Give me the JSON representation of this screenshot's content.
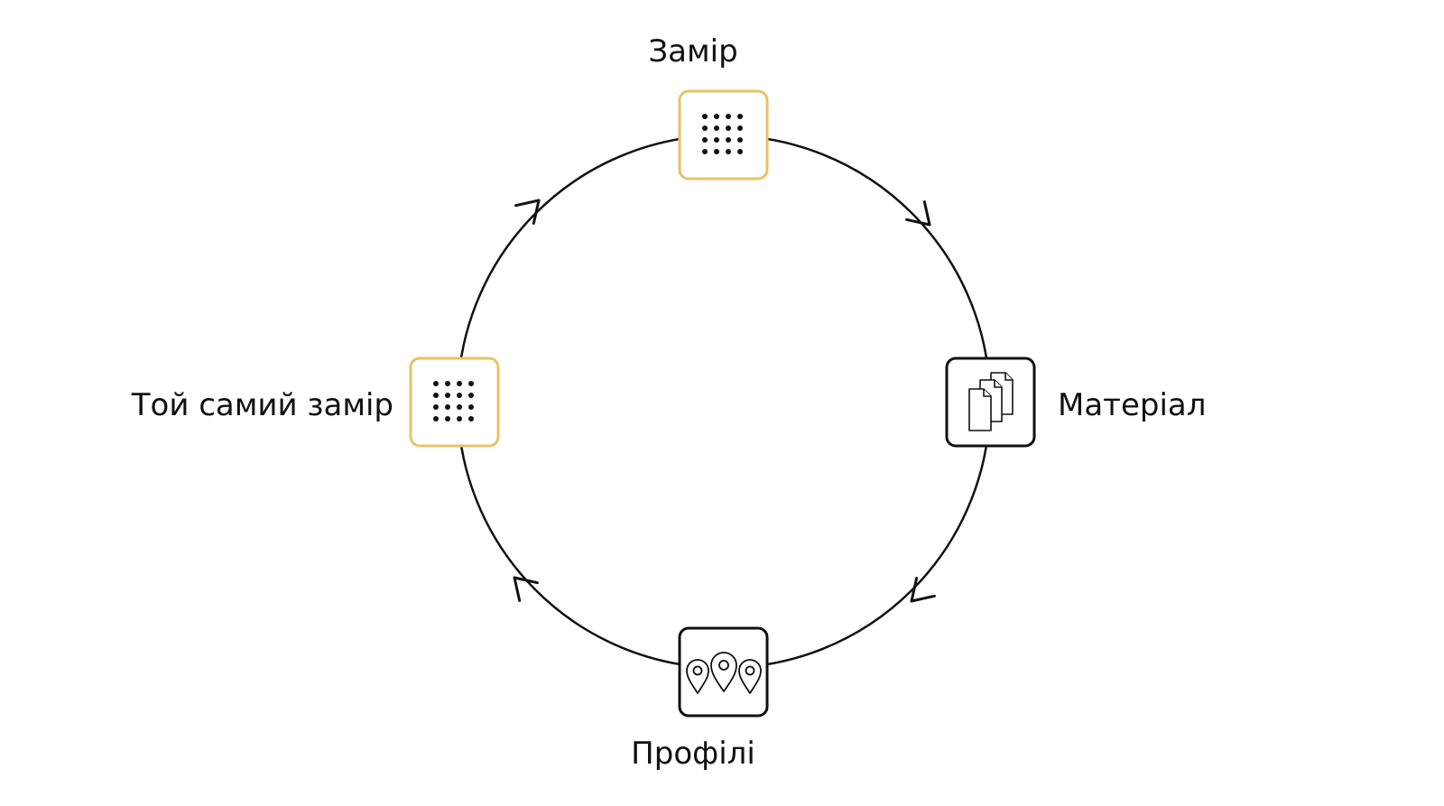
{
  "diagram": {
    "nodes": [
      {
        "id": "top",
        "label": "Замір",
        "icon": "dot-grid-icon",
        "highlighted": true
      },
      {
        "id": "right",
        "label": "Матеріал",
        "icon": "documents-icon",
        "highlighted": false
      },
      {
        "id": "bottom",
        "label": "Профілі",
        "icon": "location-pins-icon",
        "highlighted": false
      },
      {
        "id": "left",
        "label": "Той самий замір",
        "icon": "dot-grid-icon",
        "highlighted": true
      }
    ],
    "cycle_direction": "clockwise"
  },
  "colors": {
    "line": "#111111",
    "highlight_border": "#e8c266",
    "default_border": "#111111",
    "background": "#ffffff"
  }
}
